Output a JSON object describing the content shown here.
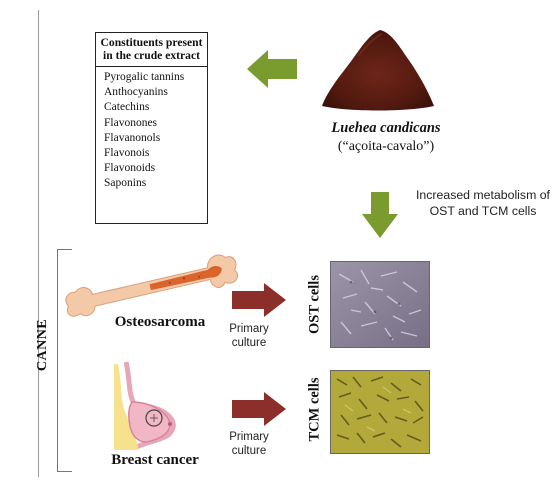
{
  "constituents_box": {
    "title": "Constituents present in the crude extract",
    "items": [
      "Pyrogalic tannins",
      "Anthocyanins",
      "Catechins",
      "Flavonones",
      "Flavanonols",
      "Flavonois",
      "Flavonoids",
      "Saponins"
    ]
  },
  "plant": {
    "species": "Luehea candicans",
    "common_name": "(“açoita-cavalo”)"
  },
  "effect_label": "Increased metabolism of OST and TCM cells",
  "group_label": "CANNE",
  "conditions": [
    {
      "name": "Osteosarcoma",
      "arrow_label": "Primary culture",
      "cell_label": "OST cells"
    },
    {
      "name": "Breast cancer",
      "arrow_label": "Primary culture",
      "cell_label": "TCM cells"
    }
  ],
  "colors": {
    "green_arrow": "#7a9b2e",
    "red_arrow": "#8c2f2a",
    "powder": "#5a1d14",
    "bone_outer": "#f3c9a8",
    "bone_marrow": "#d9642c",
    "ost_photo": "#8e869a",
    "tcm_photo": "#b3a83a"
  }
}
